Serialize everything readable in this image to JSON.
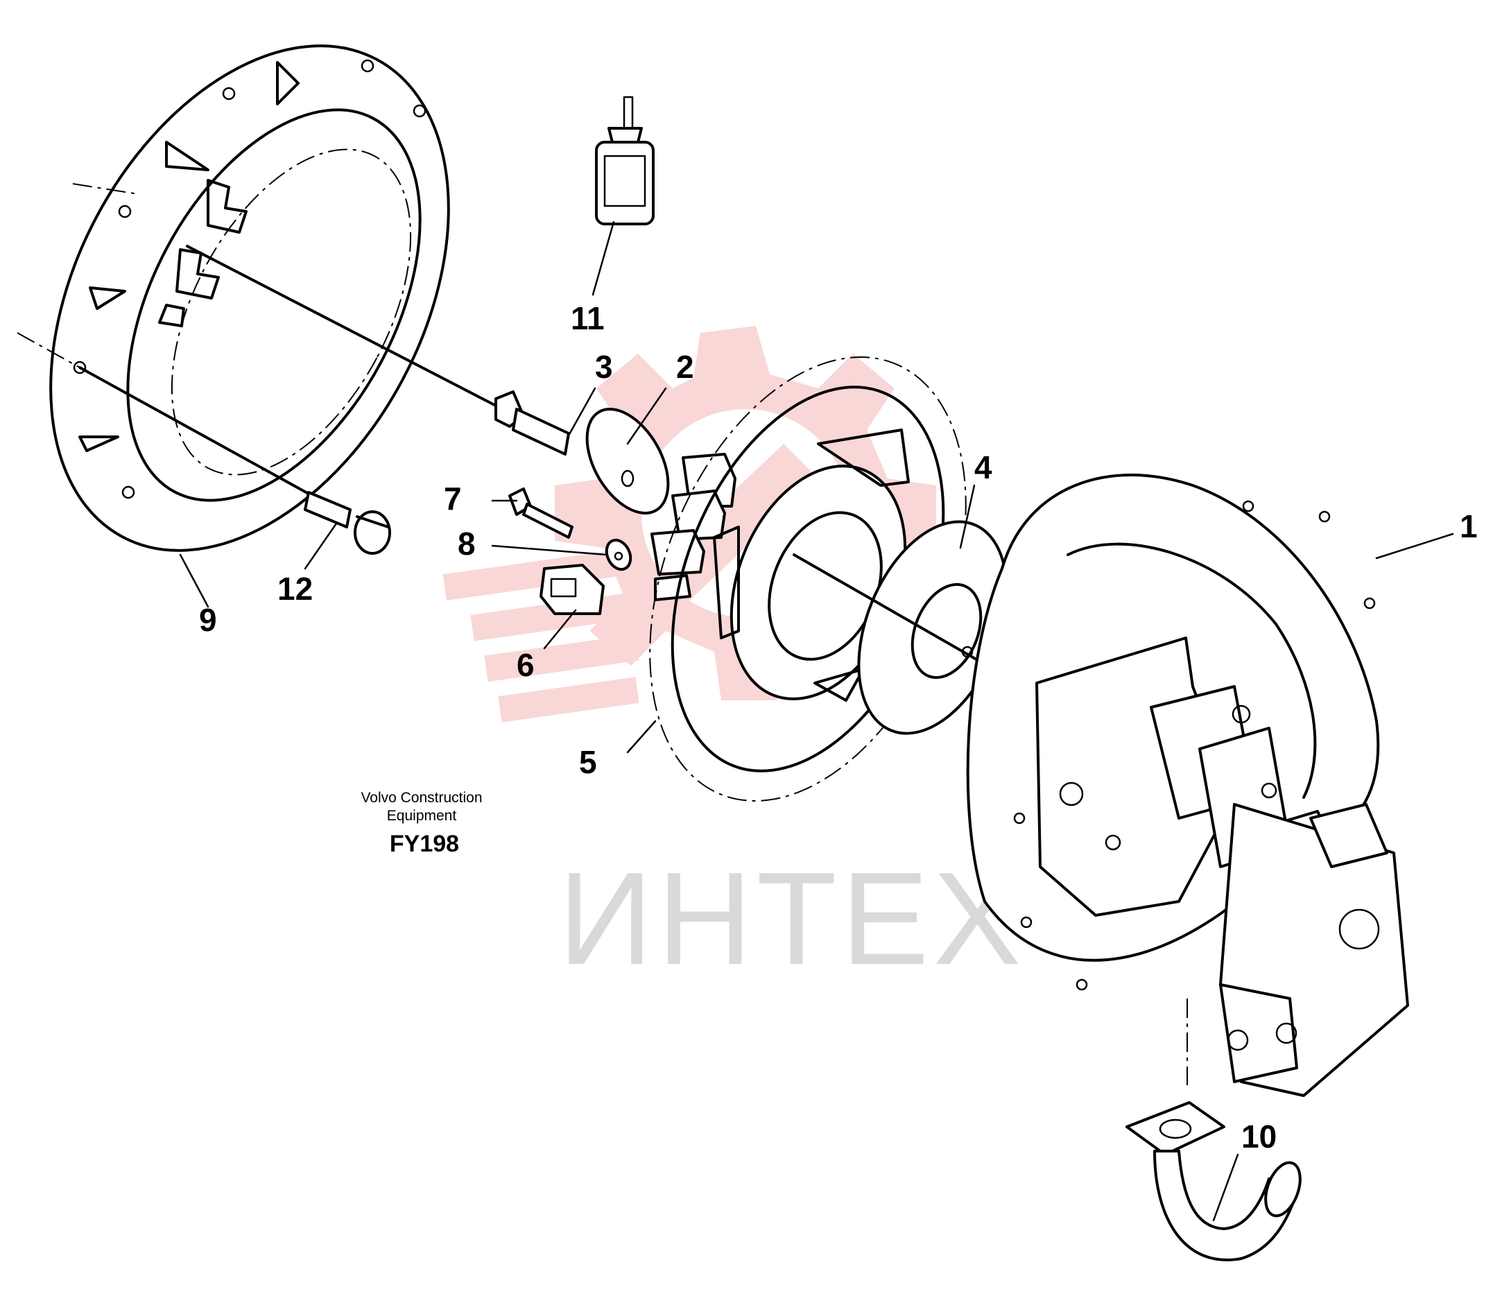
{
  "diagram": {
    "callouts": [
      {
        "id": "c1",
        "label": "1"
      },
      {
        "id": "c2",
        "label": "2"
      },
      {
        "id": "c3",
        "label": "3"
      },
      {
        "id": "c4",
        "label": "4"
      },
      {
        "id": "c5",
        "label": "5"
      },
      {
        "id": "c6",
        "label": "6"
      },
      {
        "id": "c7",
        "label": "7"
      },
      {
        "id": "c8",
        "label": "8"
      },
      {
        "id": "c9",
        "label": "9"
      },
      {
        "id": "c10",
        "label": "10"
      },
      {
        "id": "c11",
        "label": "11"
      },
      {
        "id": "c12",
        "label": "12"
      }
    ],
    "credit_line1": "Volvo Construction",
    "credit_line2": "Equipment",
    "figure_code": "FY198"
  },
  "watermark": {
    "text": "ИНТЕХ",
    "logo_color": "#f4b6b6",
    "text_color": "#d9d9d9"
  }
}
